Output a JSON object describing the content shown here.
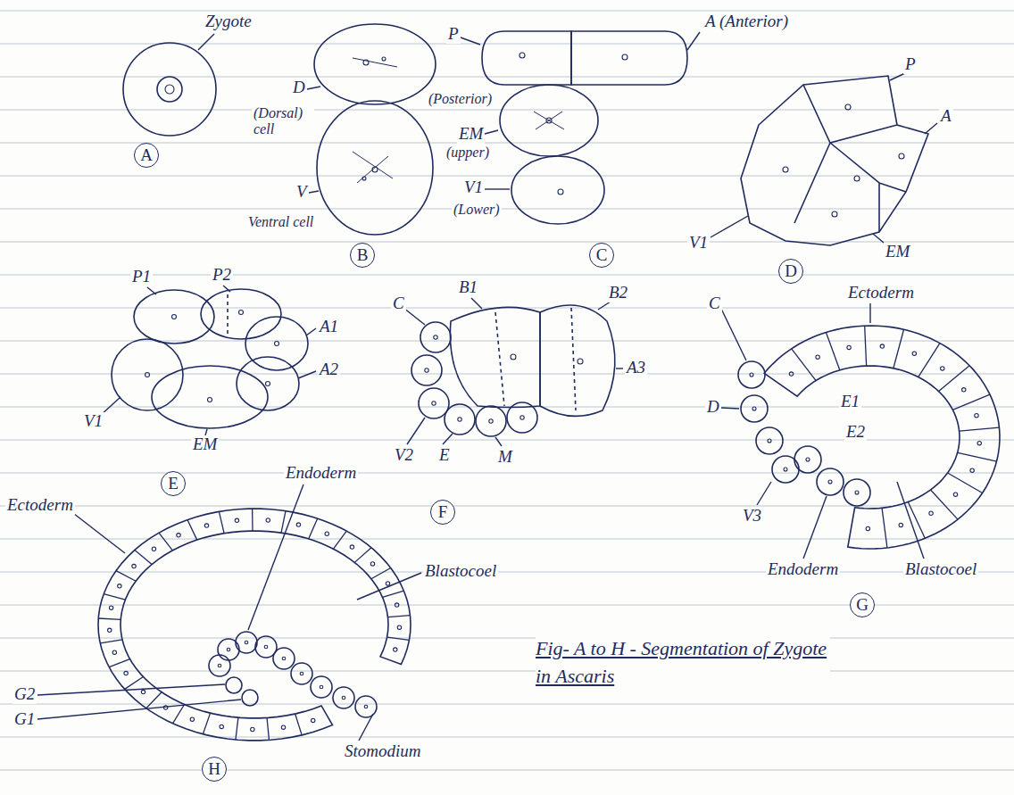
{
  "diagram": {
    "caption": "Fig- A to H - Segmentation of Zygote in Ascaris",
    "labels": [
      "Zygote",
      "A",
      "D",
      "(Dorsal) cell",
      "V",
      "Ventral cell",
      "B",
      "P",
      "(Posterior)",
      "A (Anterior)",
      "EM",
      "(upper)",
      "V1",
      "(Lower)",
      "C",
      "P",
      "A",
      "V1",
      "EM",
      "D",
      "P1",
      "P2",
      "A1",
      "A2",
      "V1",
      "EM",
      "E",
      "C",
      "B1",
      "B2",
      "A3",
      "V2",
      "E",
      "M",
      "F",
      "C",
      "Ectoderm",
      "D",
      "E1",
      "E2",
      "V3",
      "Endoderm",
      "Blastocoel",
      "G",
      "Ectoderm",
      "Endoderm",
      "Blastocoel",
      "G2",
      "G1",
      "Stomodium",
      "H"
    ]
  }
}
